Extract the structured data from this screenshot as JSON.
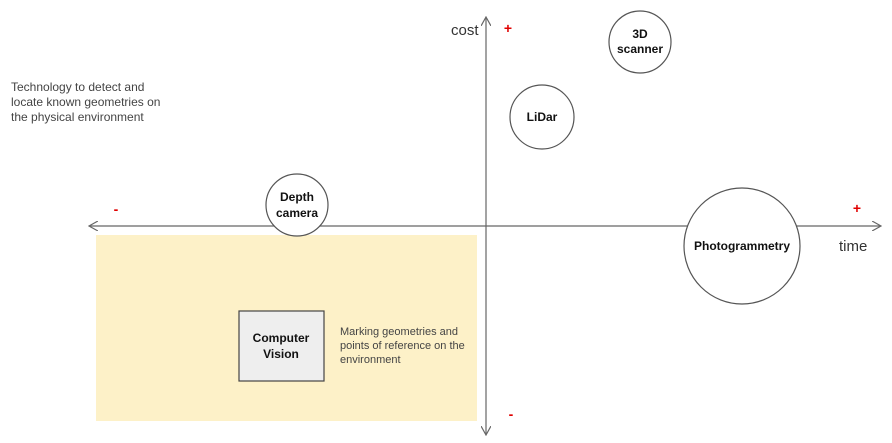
{
  "description": "Technology to detect and locate known geometries on the physical environment",
  "axes": {
    "y_label": "cost",
    "x_label": "time",
    "y_plus": "+",
    "y_minus": "-",
    "x_plus": "+",
    "x_minus": "-"
  },
  "technologies": {
    "scanner_3d": [
      "3D",
      "scanner"
    ],
    "lidar": "LiDar",
    "depth_camera": [
      "Depth",
      "camera"
    ],
    "photogrammetry": "Photogrammetry",
    "computer_vision": [
      "Computer",
      "Vision"
    ]
  },
  "computer_vision_note": "Marking geometries and points of reference on the environment",
  "colors": {
    "axis": "#666666",
    "sign": "#e00000",
    "highlight_fill": "#fdf1c8",
    "box_fill": "#eeeeee"
  }
}
